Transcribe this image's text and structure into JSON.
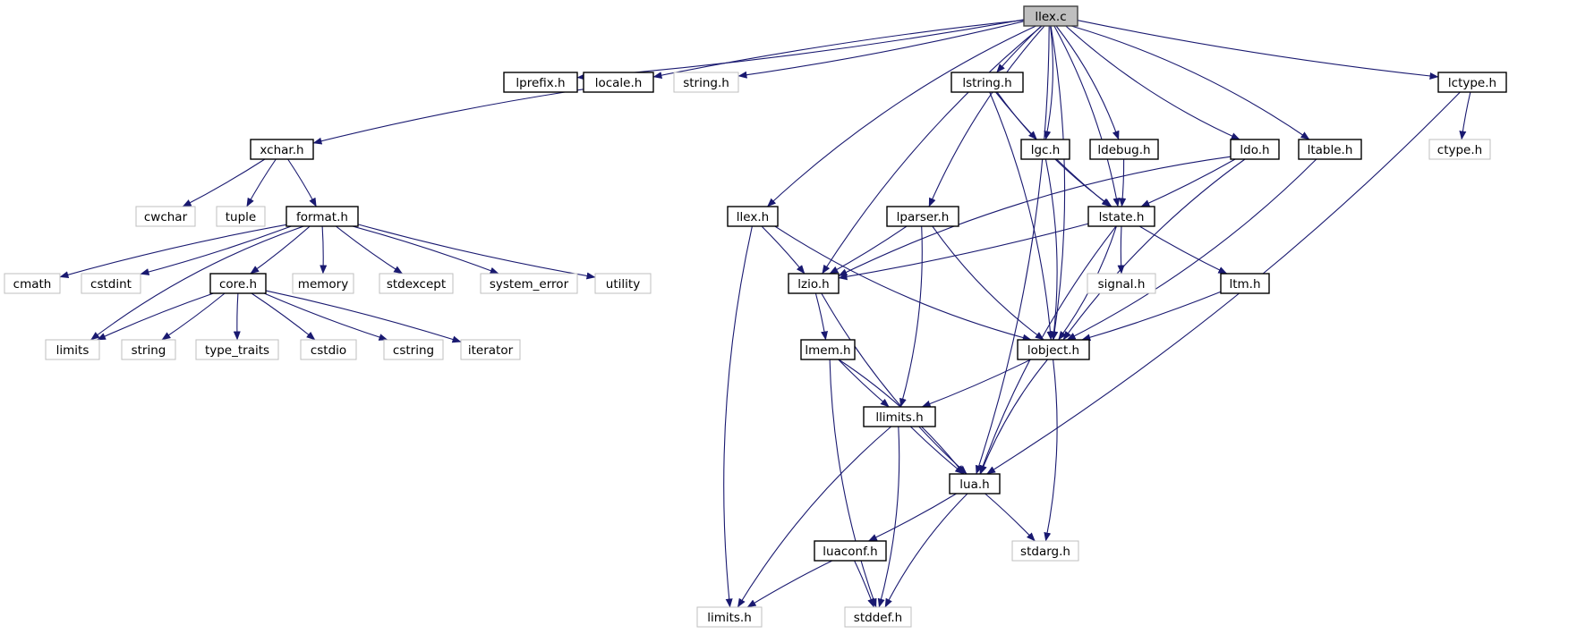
{
  "graph": {
    "root": "llex.c",
    "nodes": [
      {
        "id": "llex_c",
        "label": "llex.c",
        "kind": "root"
      },
      {
        "id": "lprefix_h",
        "label": "lprefix.h",
        "kind": "documented"
      },
      {
        "id": "locale_h",
        "label": "locale.h",
        "kind": "documented"
      },
      {
        "id": "string_h",
        "label": "string.h",
        "kind": "external"
      },
      {
        "id": "lstring_h",
        "label": "lstring.h",
        "kind": "documented"
      },
      {
        "id": "lctype_h",
        "label": "lctype.h",
        "kind": "documented"
      },
      {
        "id": "xchar_h",
        "label": "xchar.h",
        "kind": "documented"
      },
      {
        "id": "lgc_h",
        "label": "lgc.h",
        "kind": "documented"
      },
      {
        "id": "ldebug_h",
        "label": "ldebug.h",
        "kind": "documented"
      },
      {
        "id": "ldo_h",
        "label": "ldo.h",
        "kind": "documented"
      },
      {
        "id": "ltable_h",
        "label": "ltable.h",
        "kind": "documented"
      },
      {
        "id": "ctype_h",
        "label": "ctype.h",
        "kind": "external"
      },
      {
        "id": "cwchar",
        "label": "cwchar",
        "kind": "external"
      },
      {
        "id": "tuple",
        "label": "tuple",
        "kind": "external"
      },
      {
        "id": "format_h",
        "label": "format.h",
        "kind": "documented"
      },
      {
        "id": "llex_h",
        "label": "llex.h",
        "kind": "documented"
      },
      {
        "id": "lparser_h",
        "label": "lparser.h",
        "kind": "documented"
      },
      {
        "id": "lstate_h",
        "label": "lstate.h",
        "kind": "documented"
      },
      {
        "id": "cmath",
        "label": "cmath",
        "kind": "external"
      },
      {
        "id": "cstdint",
        "label": "cstdint",
        "kind": "external"
      },
      {
        "id": "core_h",
        "label": "core.h",
        "kind": "documented"
      },
      {
        "id": "memory",
        "label": "memory",
        "kind": "external"
      },
      {
        "id": "stdexcept",
        "label": "stdexcept",
        "kind": "external"
      },
      {
        "id": "system_error",
        "label": "system_error",
        "kind": "external"
      },
      {
        "id": "utility",
        "label": "utility",
        "kind": "external"
      },
      {
        "id": "lzio_h",
        "label": "lzio.h",
        "kind": "documented"
      },
      {
        "id": "signal_h",
        "label": "signal.h",
        "kind": "external"
      },
      {
        "id": "ltm_h",
        "label": "ltm.h",
        "kind": "documented"
      },
      {
        "id": "limits",
        "label": "limits",
        "kind": "external"
      },
      {
        "id": "string",
        "label": "string",
        "kind": "external"
      },
      {
        "id": "type_traits",
        "label": "type_traits",
        "kind": "external"
      },
      {
        "id": "cstdio",
        "label": "cstdio",
        "kind": "external"
      },
      {
        "id": "cstring",
        "label": "cstring",
        "kind": "external"
      },
      {
        "id": "iterator",
        "label": "iterator",
        "kind": "external"
      },
      {
        "id": "lmem_h",
        "label": "lmem.h",
        "kind": "documented"
      },
      {
        "id": "lobject_h",
        "label": "lobject.h",
        "kind": "documented"
      },
      {
        "id": "llimits_h",
        "label": "llimits.h",
        "kind": "documented"
      },
      {
        "id": "lua_h",
        "label": "lua.h",
        "kind": "documented"
      },
      {
        "id": "luaconf_h",
        "label": "luaconf.h",
        "kind": "documented"
      },
      {
        "id": "stdarg_h",
        "label": "stdarg.h",
        "kind": "external"
      },
      {
        "id": "limits_h",
        "label": "limits.h",
        "kind": "external"
      },
      {
        "id": "stddef_h",
        "label": "stddef.h",
        "kind": "external"
      }
    ],
    "edges": [
      [
        "llex_c",
        "lprefix_h"
      ],
      [
        "llex_c",
        "locale_h"
      ],
      [
        "llex_c",
        "string_h"
      ],
      [
        "llex_c",
        "lctype_h"
      ],
      [
        "llex_c",
        "ldebug_h"
      ],
      [
        "llex_c",
        "ldo_h"
      ],
      [
        "llex_c",
        "lgc_h"
      ],
      [
        "llex_c",
        "llex_h"
      ],
      [
        "llex_c",
        "lobject_h"
      ],
      [
        "llex_c",
        "lparser_h"
      ],
      [
        "llex_c",
        "lstate_h"
      ],
      [
        "llex_c",
        "lstring_h"
      ],
      [
        "llex_c",
        "ltable_h"
      ],
      [
        "llex_c",
        "lzio_h"
      ],
      [
        "llex_c",
        "lua_h"
      ],
      [
        "locale_h",
        "xchar_h"
      ],
      [
        "xchar_h",
        "cwchar"
      ],
      [
        "xchar_h",
        "tuple"
      ],
      [
        "xchar_h",
        "format_h"
      ],
      [
        "format_h",
        "cmath"
      ],
      [
        "format_h",
        "cstdint"
      ],
      [
        "format_h",
        "limits"
      ],
      [
        "format_h",
        "memory"
      ],
      [
        "format_h",
        "stdexcept"
      ],
      [
        "format_h",
        "system_error"
      ],
      [
        "format_h",
        "utility"
      ],
      [
        "format_h",
        "core_h"
      ],
      [
        "core_h",
        "limits"
      ],
      [
        "core_h",
        "string"
      ],
      [
        "core_h",
        "type_traits"
      ],
      [
        "core_h",
        "cstdio"
      ],
      [
        "core_h",
        "cstring"
      ],
      [
        "core_h",
        "iterator"
      ],
      [
        "lctype_h",
        "ctype_h"
      ],
      [
        "lctype_h",
        "lua_h"
      ],
      [
        "lstring_h",
        "lgc_h"
      ],
      [
        "lstring_h",
        "lobject_h"
      ],
      [
        "lstring_h",
        "lstate_h"
      ],
      [
        "lgc_h",
        "lobject_h"
      ],
      [
        "lgc_h",
        "lstate_h"
      ],
      [
        "ldebug_h",
        "lstate_h"
      ],
      [
        "ldo_h",
        "lobject_h"
      ],
      [
        "ldo_h",
        "lstate_h"
      ],
      [
        "ldo_h",
        "lzio_h"
      ],
      [
        "ltable_h",
        "lobject_h"
      ],
      [
        "llex_h",
        "lobject_h"
      ],
      [
        "llex_h",
        "lzio_h"
      ],
      [
        "llex_h",
        "limits_h"
      ],
      [
        "lparser_h",
        "llimits_h"
      ],
      [
        "lparser_h",
        "lobject_h"
      ],
      [
        "lparser_h",
        "lzio_h"
      ],
      [
        "lstate_h",
        "lua_h"
      ],
      [
        "lstate_h",
        "lobject_h"
      ],
      [
        "lstate_h",
        "ltm_h"
      ],
      [
        "lstate_h",
        "lzio_h"
      ],
      [
        "lstate_h",
        "signal_h"
      ],
      [
        "ltm_h",
        "lobject_h"
      ],
      [
        "lzio_h",
        "lua_h"
      ],
      [
        "lzio_h",
        "lmem_h"
      ],
      [
        "lmem_h",
        "llimits_h"
      ],
      [
        "lmem_h",
        "lua_h"
      ],
      [
        "lmem_h",
        "stddef_h"
      ],
      [
        "lobject_h",
        "llimits_h"
      ],
      [
        "lobject_h",
        "lua_h"
      ],
      [
        "lobject_h",
        "stdarg_h"
      ],
      [
        "llimits_h",
        "limits_h"
      ],
      [
        "llimits_h",
        "stddef_h"
      ],
      [
        "llimits_h",
        "lua_h"
      ],
      [
        "lua_h",
        "stdarg_h"
      ],
      [
        "lua_h",
        "stddef_h"
      ],
      [
        "lua_h",
        "luaconf_h"
      ],
      [
        "luaconf_h",
        "limits_h"
      ],
      [
        "luaconf_h",
        "stddef_h"
      ]
    ]
  },
  "colors": {
    "edge": "#191970",
    "root_fill": "#bfbfbf",
    "root_stroke": "#404040",
    "documented_stroke": "#000000",
    "external_stroke": "#bfbfbf",
    "text": "#000000"
  }
}
